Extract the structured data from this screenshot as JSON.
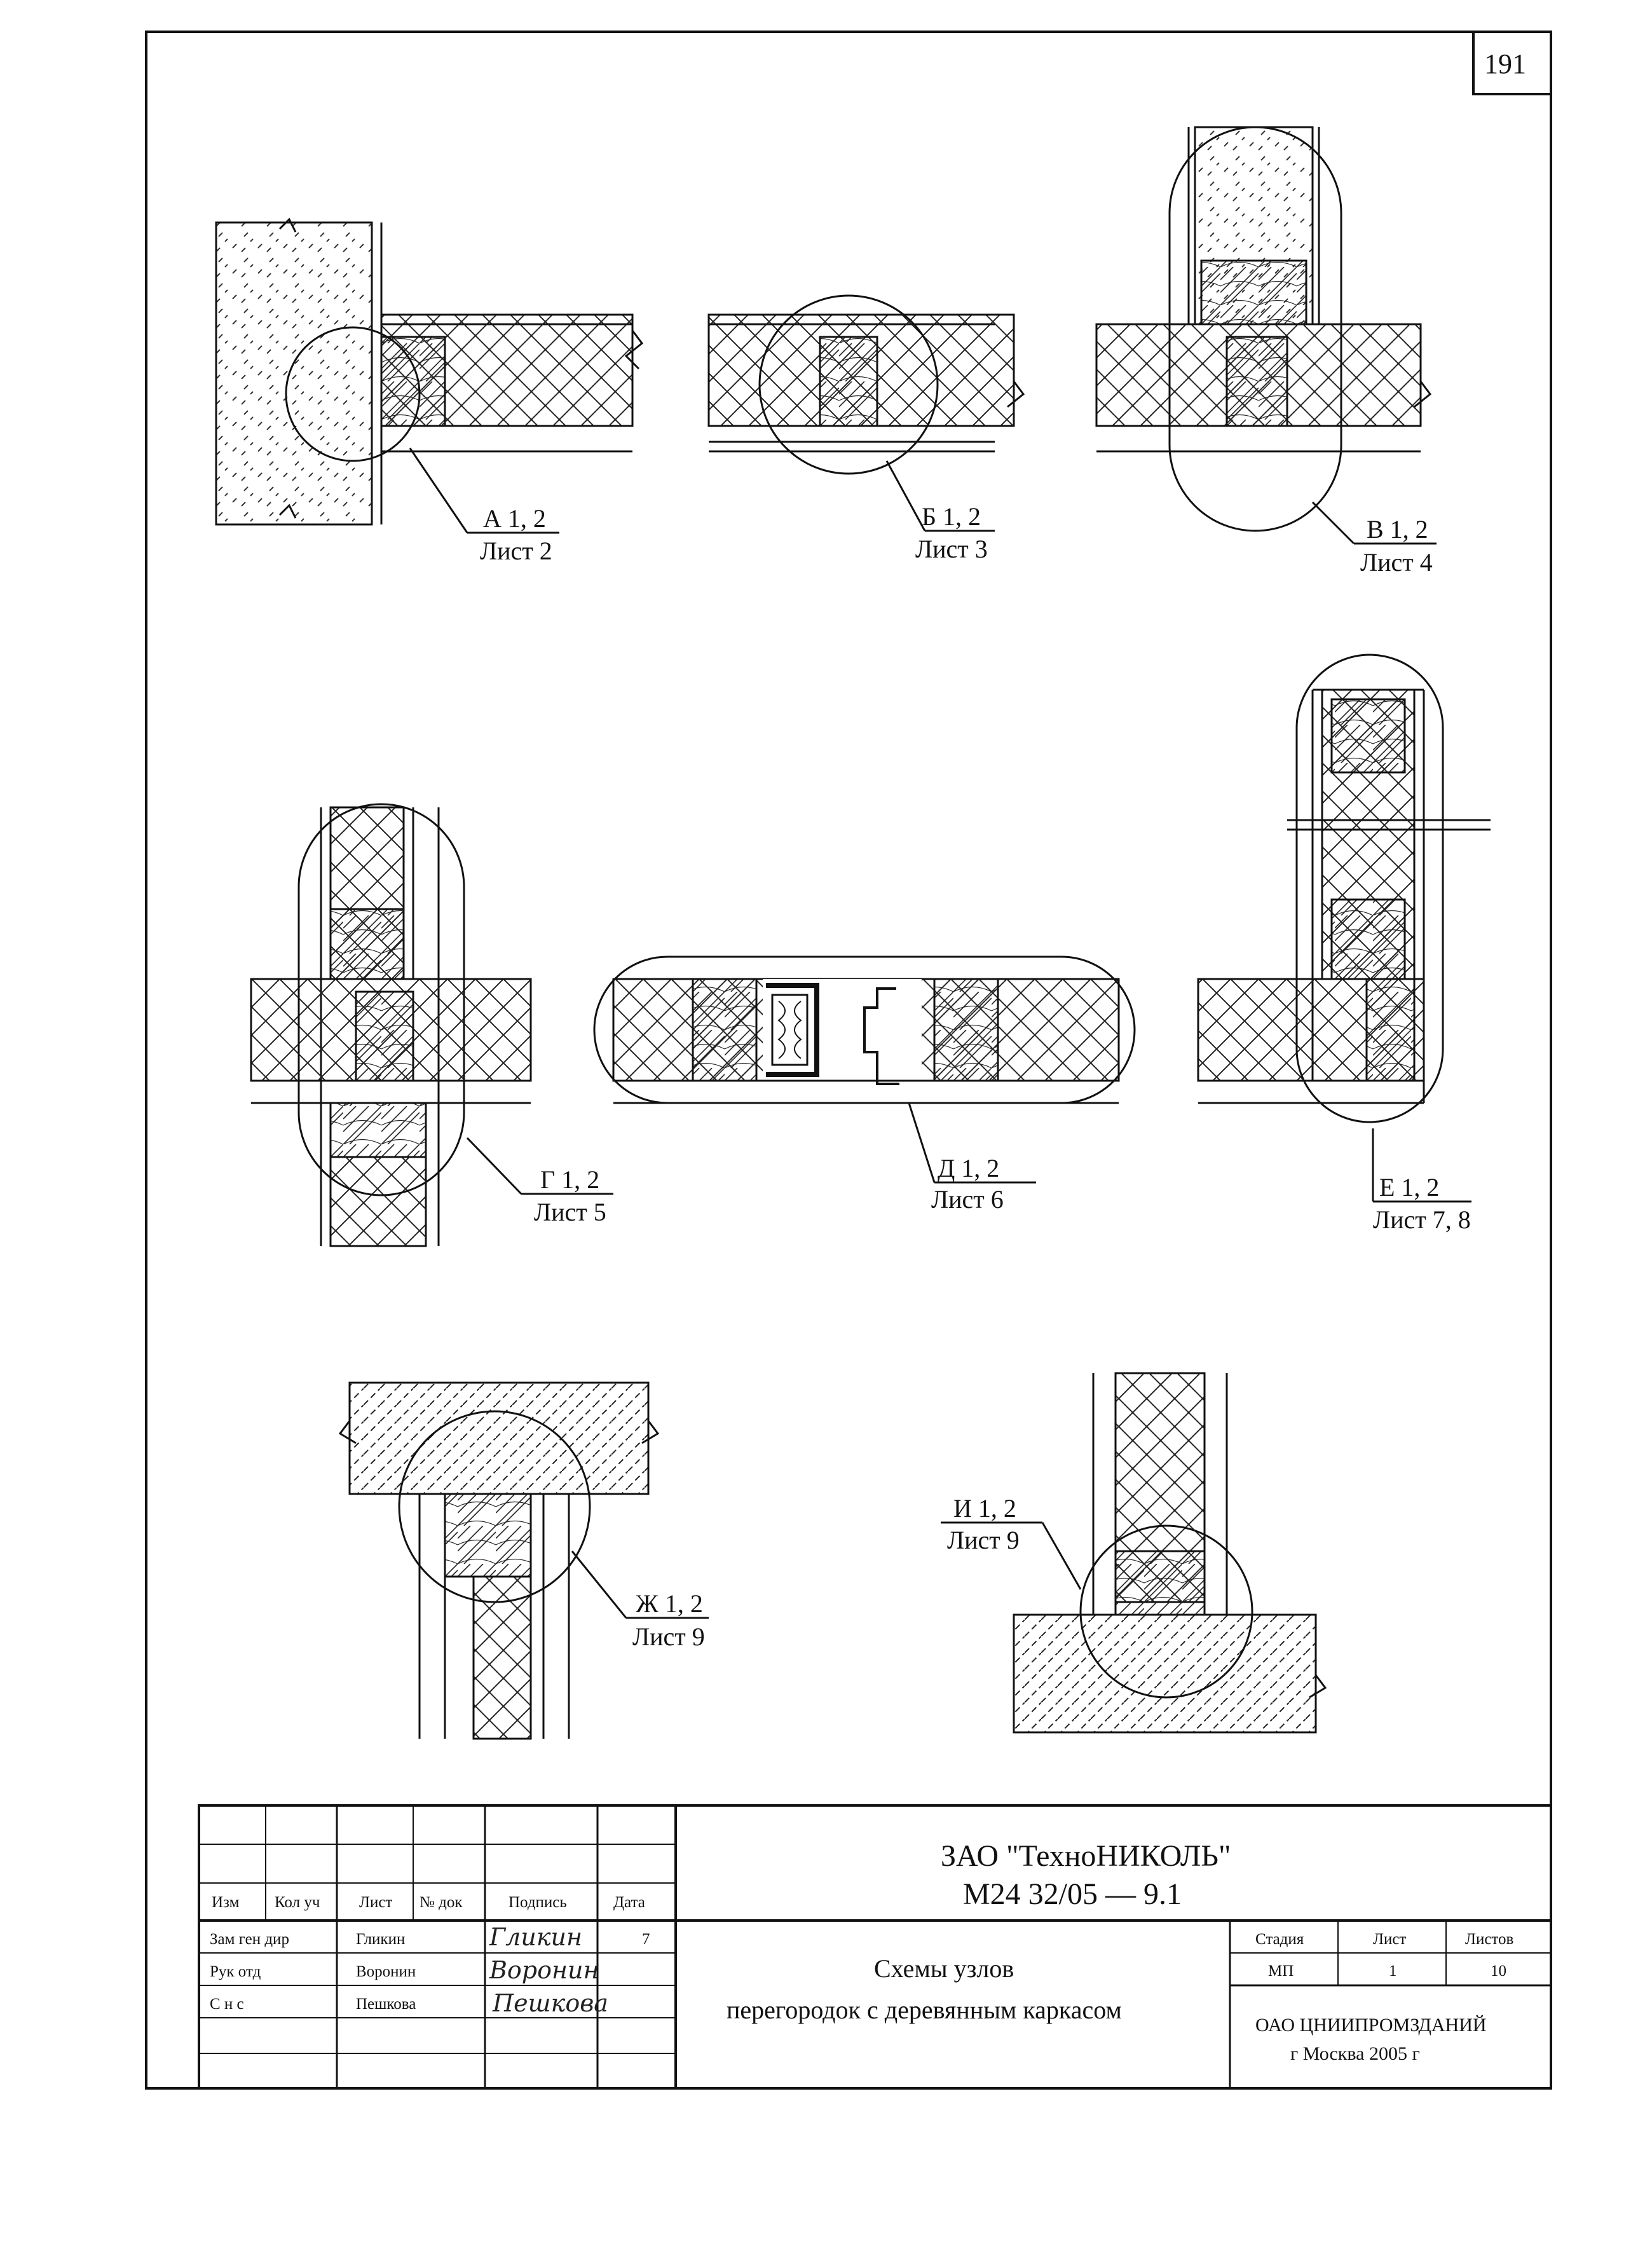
{
  "page_number": "191",
  "callouts": [
    {
      "id": "A",
      "code": "А 1, 2",
      "sheet": "Лист 2"
    },
    {
      "id": "B",
      "code": "Б 1, 2",
      "sheet": "Лист 3"
    },
    {
      "id": "V",
      "code": "В 1, 2",
      "sheet": "Лист 4"
    },
    {
      "id": "G",
      "code": "Г 1, 2",
      "sheet": "Лист 5"
    },
    {
      "id": "D",
      "code": "Д 1, 2",
      "sheet": "Лист 6"
    },
    {
      "id": "E",
      "code": "Е 1, 2",
      "sheet": "Лист 7, 8"
    },
    {
      "id": "Zh",
      "code": "Ж 1, 2",
      "sheet": "Лист 9"
    },
    {
      "id": "I",
      "code": "И 1, 2",
      "sheet": "Лист 9"
    }
  ],
  "title_block": {
    "company": "ЗАО \"ТехноНИКОЛЬ\"",
    "doc_code": "М24 32/05  —  9.1",
    "headers": [
      "Изм",
      "Кол уч",
      "Лист",
      "№ док",
      "Подпись",
      "Дата"
    ],
    "roles": [
      {
        "role": "Зам ген дир",
        "name": "Гликин",
        "signature": "Гликин",
        "date": "7"
      },
      {
        "role": "Рук отд",
        "name": "Воронин",
        "signature": "Воронин",
        "date": ""
      },
      {
        "role": "С н с",
        "name": "Пешкова",
        "signature": "Пешкова",
        "date": ""
      }
    ],
    "title_line1": "Схемы узлов",
    "title_line2": "перегородок с деревянным каркасом",
    "stage_headers": [
      "Стадия",
      "Лист",
      "Листов"
    ],
    "stage_values": [
      "МП",
      "1",
      "10"
    ],
    "org_line1": "ОАО ЦНИИПРОМЗДАНИЙ",
    "org_line2": "г  Москва 2005 г"
  }
}
